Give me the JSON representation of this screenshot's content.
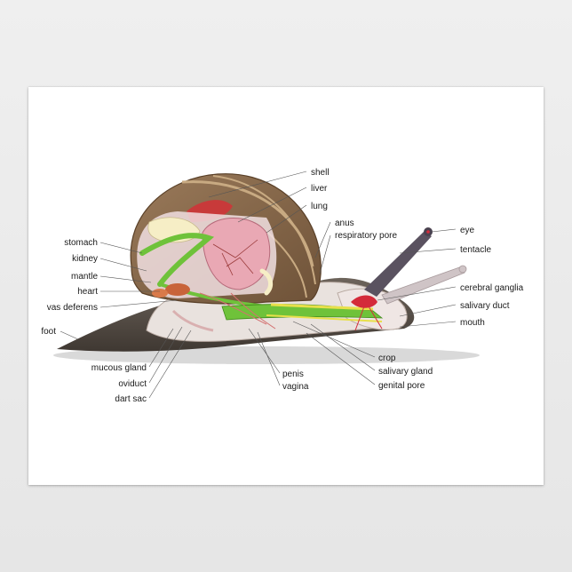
{
  "labels": {
    "shell": "shell",
    "liver": "liver",
    "lung": "lung",
    "anus": "anus",
    "respiratory_pore": "respiratory pore",
    "eye": "eye",
    "tentacle": "tentacle",
    "cerebral_ganglia": "cerebral ganglia",
    "salivary_duct": "salivary duct",
    "mouth": "mouth",
    "stomach": "stomach",
    "kidney": "kidney",
    "mantle": "mantle",
    "heart": "heart",
    "vas_deferens": "vas deferens",
    "foot": "foot",
    "mucous_gland": "mucous gland",
    "oviduct": "oviduct",
    "dart_sac": "dart sac",
    "penis": "penis",
    "vagina": "vagina",
    "crop": "crop",
    "salivary_gland": "salivary gland",
    "genital_pore": "genital pore"
  },
  "colors": {
    "shell": "#8a6a4e",
    "shell_band": "#b89a6e",
    "body": "#5a5046",
    "digestive": "#6fc23a",
    "liver": "#e9a8b4",
    "heart": "#c8643a",
    "ganglia": "#d42a3a",
    "background": "#ffffff"
  }
}
